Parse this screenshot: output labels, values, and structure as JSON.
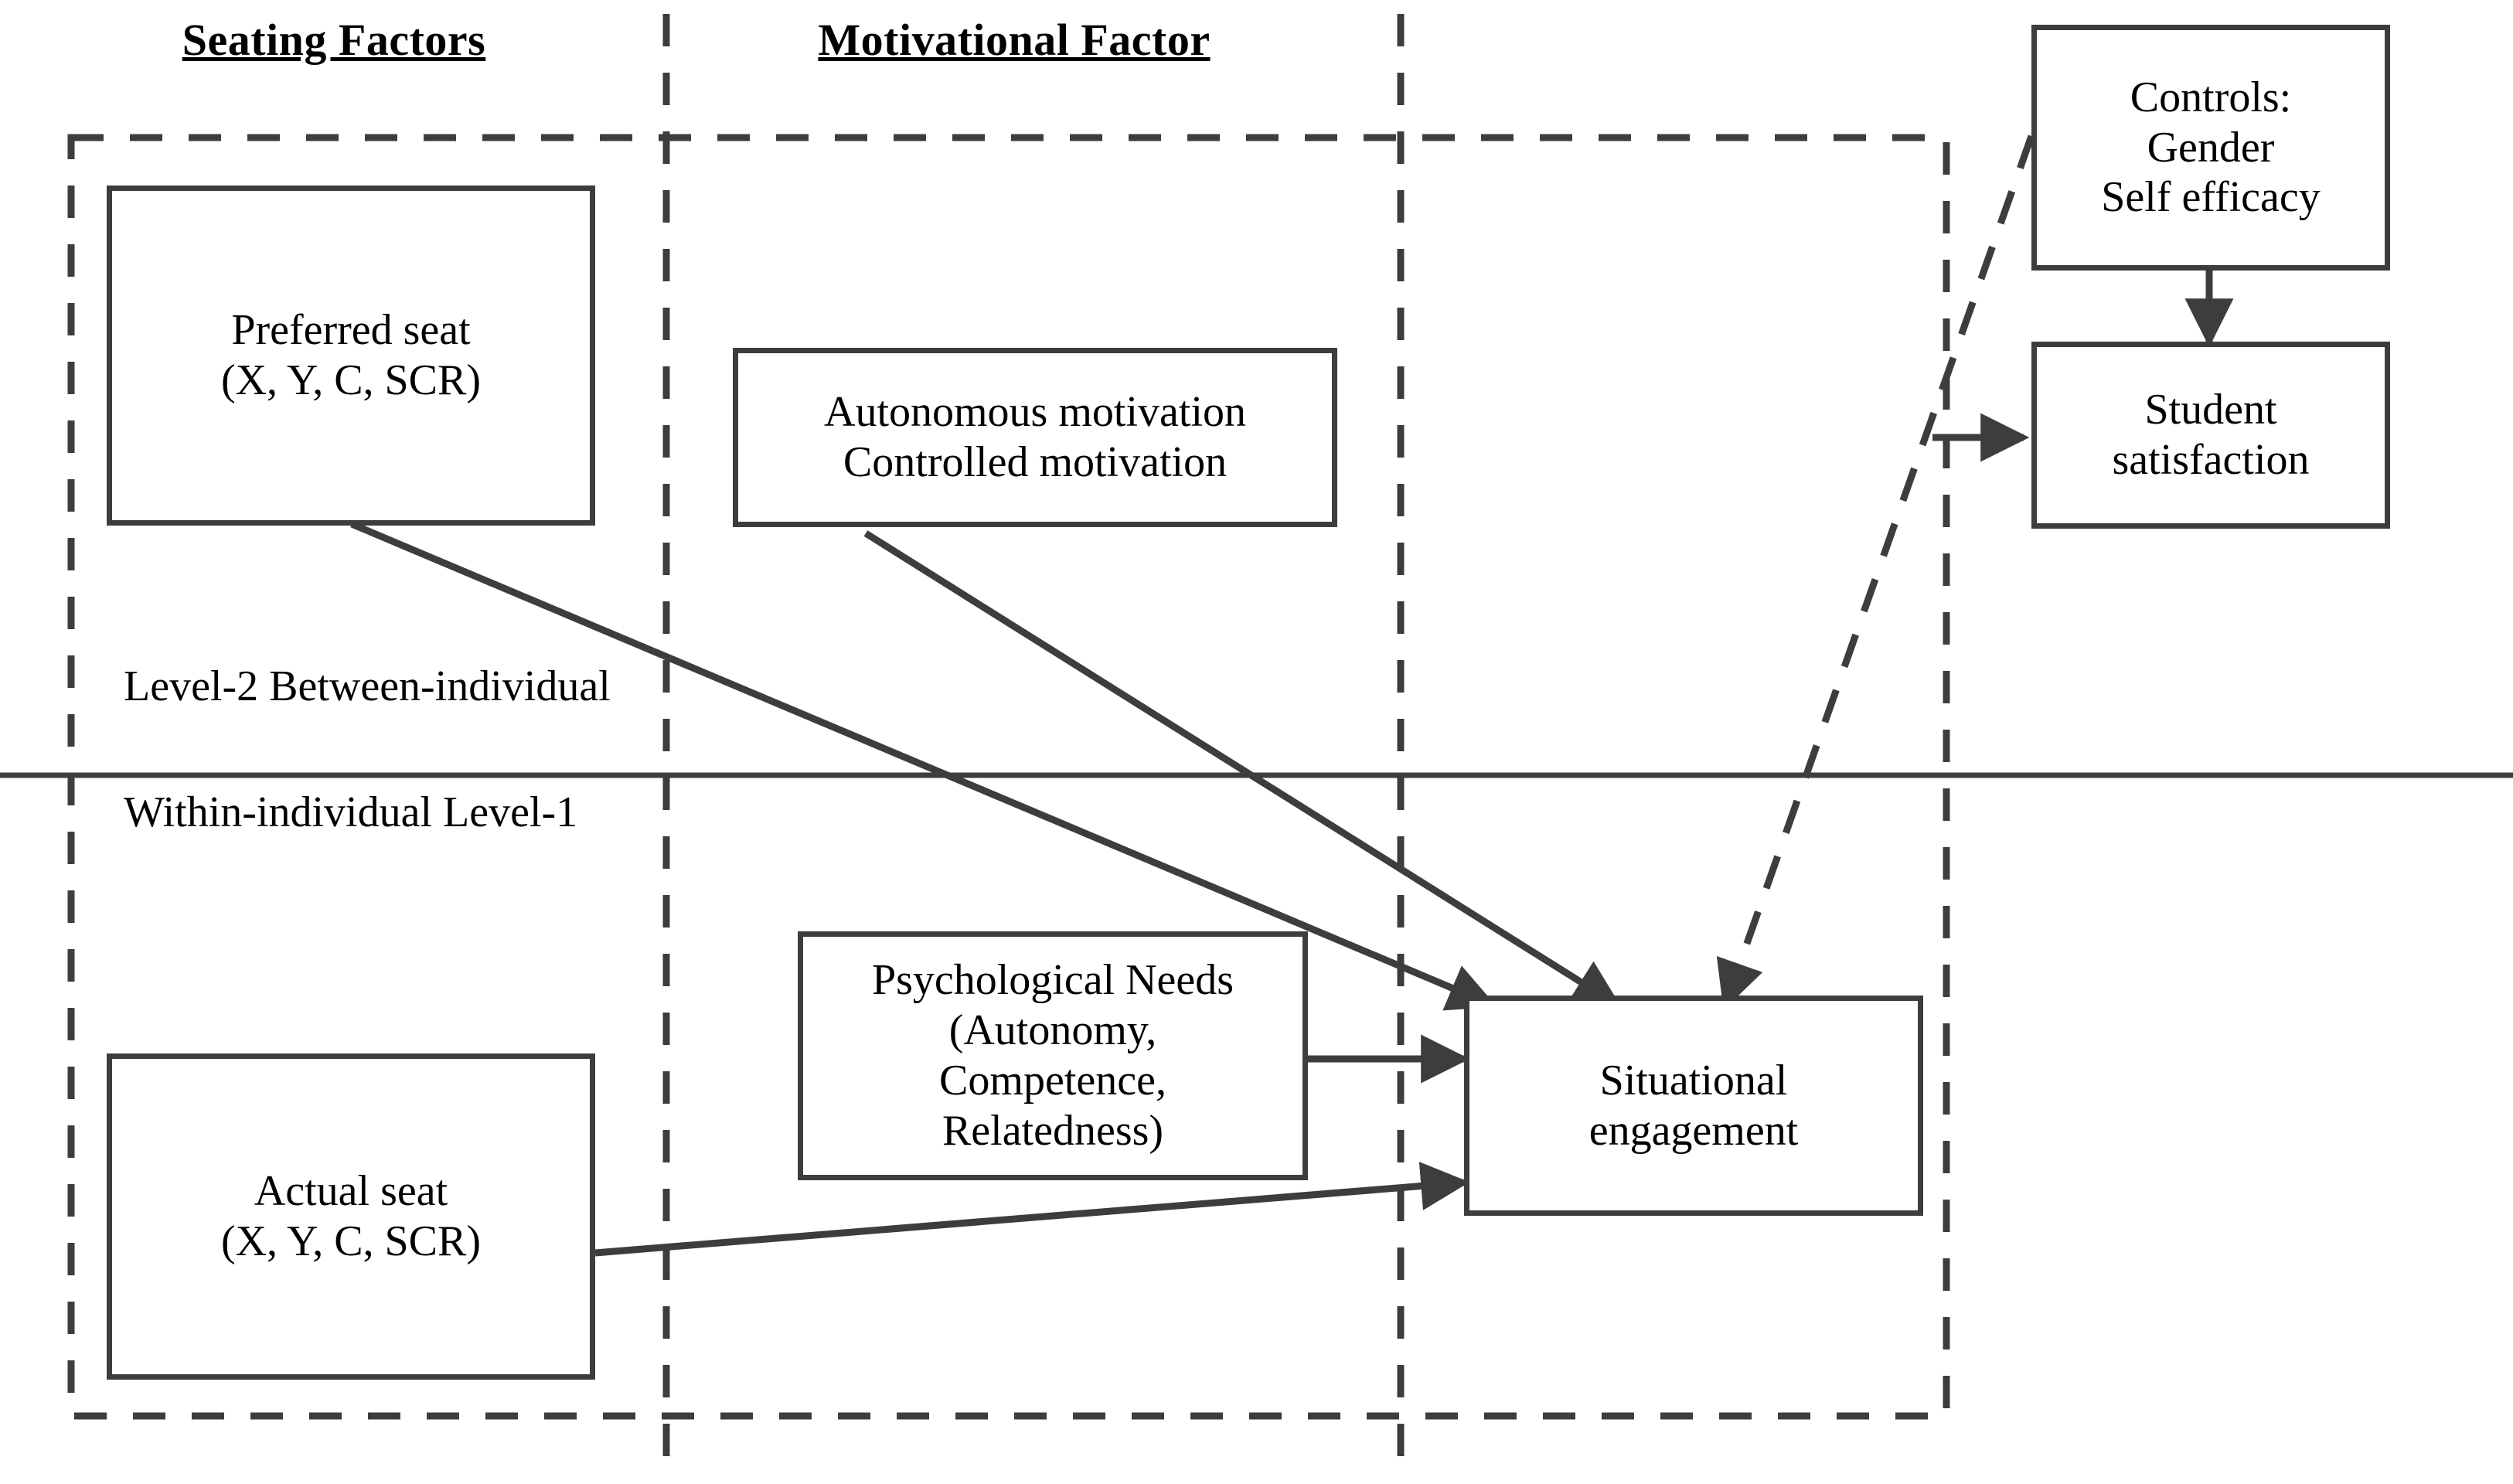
{
  "figure": {
    "type": "conceptual-model-diagram",
    "background": "#ffffff",
    "stroke_color": "#3d3d3d",
    "text_color": "#000000"
  },
  "column_titles": {
    "seating": "Seating Factors",
    "motivational": "Motivational Factor"
  },
  "level_labels": {
    "above_line_1": "Level-2",
    "above_line_2": "Between-individual",
    "below_line_1": "Within-individual",
    "below_line_2": "Level-1"
  },
  "nodes": {
    "preferred_seat": {
      "lines": [
        "Preferred seat",
        "(X, Y, C, SCR)"
      ]
    },
    "actual_seat": {
      "lines": [
        "Actual seat",
        "(X, Y, C, SCR)"
      ]
    },
    "motivation": {
      "lines": [
        "Autonomous motivation",
        "Controlled motivation"
      ]
    },
    "psychological_needs": {
      "lines": [
        "Psychological Needs",
        "(Autonomy,",
        "Competence,",
        "Relatedness)"
      ]
    },
    "situational_engagement": {
      "lines": [
        "Situational",
        "engagement"
      ]
    },
    "controls": {
      "lines": [
        "Controls:",
        "Gender",
        "Self efficacy"
      ]
    },
    "student_satisfaction": {
      "lines": [
        "Student",
        "satisfaction"
      ]
    }
  },
  "edges": [
    {
      "id": "preferred-seat-to-engagement",
      "from": "preferred_seat",
      "to": "situational_engagement",
      "style": "solid",
      "arrow": true
    },
    {
      "id": "motivation-to-engagement",
      "from": "motivation",
      "to": "situational_engagement",
      "style": "solid",
      "arrow": true
    },
    {
      "id": "needs-to-engagement",
      "from": "psychological_needs",
      "to": "situational_engagement",
      "style": "solid",
      "arrow": true
    },
    {
      "id": "actual-seat-to-engagement",
      "from": "actual_seat",
      "to": "situational_engagement",
      "style": "solid",
      "arrow": true
    },
    {
      "id": "engagement-to-satisfaction",
      "from": "situational_engagement",
      "to": "student_satisfaction",
      "style": "solid",
      "arrow": true
    },
    {
      "id": "controls-to-satisfaction",
      "from": "controls",
      "to": "student_satisfaction",
      "style": "solid",
      "arrow": true
    },
    {
      "id": "controls-to-engagement",
      "from": "controls",
      "to": "situational_engagement",
      "style": "dashed",
      "arrow": true
    }
  ]
}
